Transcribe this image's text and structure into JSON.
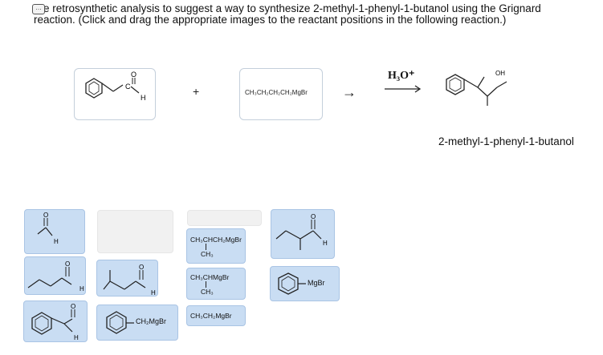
{
  "instruction": {
    "line1": "e retrosynthetic analysis to suggest a way to synthesize 2-methyl-1-phenyl-1-butanol using the Grignard",
    "line2": "reaction. (Click and drag the appropriate images to the reactant positions in the following reaction.)",
    "icon": "speech-bubble-icon"
  },
  "reaction": {
    "plus": "+",
    "arrow_left": "→",
    "slot1": {
      "o": "O",
      "h": "H",
      "c": "C"
    },
    "slot2": {
      "formula": "CH₃CH₂CH₂CH₂MgBr"
    },
    "reagent": "H₃O⁺",
    "product": {
      "oh": "OH",
      "name": "2-methyl-1-phenyl-1-butanol"
    }
  },
  "tiles": {
    "t_acetaldehyde": {
      "o": "O",
      "h": "H"
    },
    "t_2methylbutanal": {
      "o": "O",
      "h": "H"
    },
    "t_butanal": {
      "o": "O",
      "h": "H"
    },
    "t_3methylbutanal": {
      "o": "O",
      "h": "H"
    },
    "t_benzaldehyde": {
      "o": "O",
      "h": "H"
    },
    "t_benzylmgbr": {
      "label": "CH₂MgBr"
    },
    "t_sbutyl": {
      "line1": "CH₃CHCH₂MgBr",
      "line2": "CH₃"
    },
    "t_iprop": {
      "line1": "CH₃CHMgBr",
      "line2": "CH₃"
    },
    "t_ethyl": {
      "line1": "CH₃CH₂MgBr"
    },
    "t_phenylmgbr": {
      "label": "MgBr"
    }
  }
}
